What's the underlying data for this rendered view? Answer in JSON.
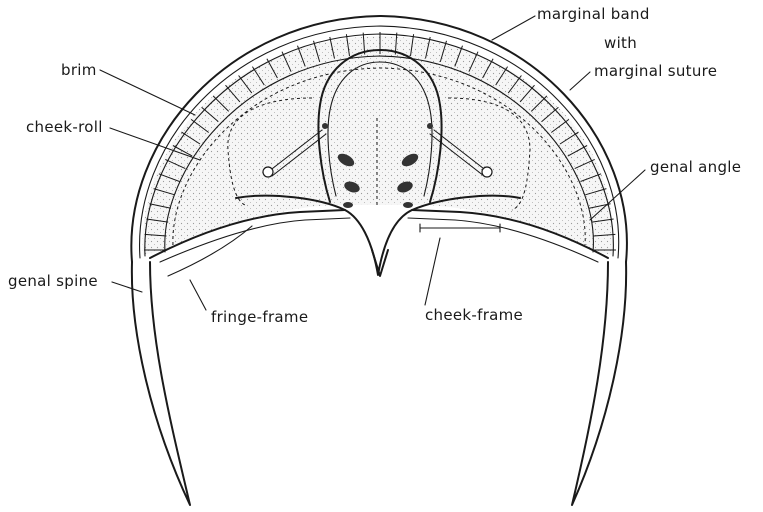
{
  "labels": {
    "marginal_band": "marginal band",
    "with": "with",
    "marginal_suture": "marginal suture",
    "brim": "brim",
    "cheek_roll": "cheek-roll",
    "genal_angle": "genal angle",
    "genal_spine": "genal spine",
    "fringe_frame": "fringe-frame",
    "cheek_frame": "cheek-frame"
  }
}
